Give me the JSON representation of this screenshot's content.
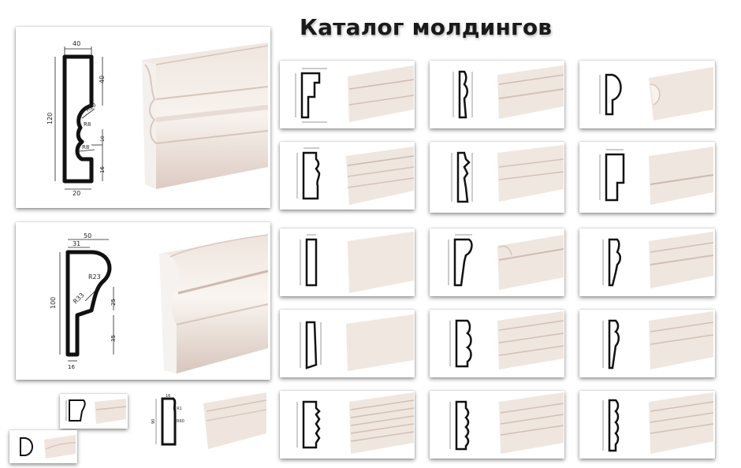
{
  "title": "Каталог молдингов",
  "big_top": {
    "dims": [
      "40",
      "40",
      "120",
      "R20",
      "R8",
      "10",
      "R8",
      "16",
      "20"
    ]
  },
  "big_bottom": {
    "dims": [
      "50",
      "31",
      "R23",
      "R33",
      "100",
      "25",
      "35",
      "16"
    ]
  },
  "small_bare": {
    "dims": [
      "16",
      "R1",
      "R60",
      "90"
    ]
  },
  "colors": {
    "foam": "#f2e9e3",
    "foam_shade": "#dcccc4",
    "foam_face": "#f7f0eb",
    "outline": "#111111"
  },
  "icons": [
    "profile-drawing-icon",
    "molding-render-icon"
  ]
}
